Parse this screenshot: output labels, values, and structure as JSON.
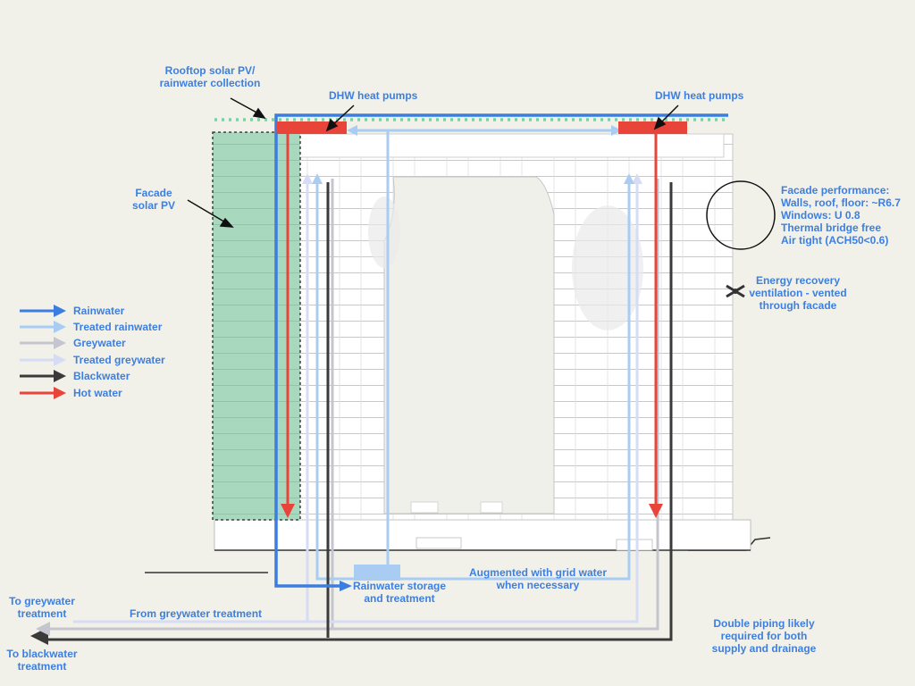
{
  "labels": {
    "rooftop_pv": "Rooftop solar PV/\nrainwater collection",
    "dhw_left": "DHW heat pumps",
    "dhw_right": "DHW heat pumps",
    "facade_pv": "Facade\nsolar PV",
    "facade_perf": "Facade performance:\nWalls, roof, floor: ~R6.7\nWindows: U 0.8\nThermal bridge free\nAir tight (ACH50<0.6)",
    "erv": "Energy recovery\nventilation - vented\nthrough facade",
    "storage": "Rainwater storage\nand treatment",
    "augmented": "Augmented with grid water\nwhen necessary",
    "to_greywater": "To greywater\ntreatment",
    "from_greywater": "From greywater treatment",
    "to_blackwater": "To blackwater\ntreatment",
    "double_piping": "Double piping likely\nrequired for both\nsupply and drainage"
  },
  "legend": [
    {
      "label": "Rainwater",
      "color": "#3b7de0"
    },
    {
      "label": "Treated rainwater",
      "color": "#a9cdf2"
    },
    {
      "label": "Greywater",
      "color": "#c5c5cf"
    },
    {
      "label": "Treated greywater",
      "color": "#d6dcf4"
    },
    {
      "label": "Blackwater",
      "color": "#3a3a3a"
    },
    {
      "label": "Hot water",
      "color": "#e8443a"
    }
  ],
  "colors": {
    "rainwater": "#3b7de0",
    "treated_rainwater": "#a9cdf2",
    "greywater": "#c5c5cf",
    "treated_greywater": "#d6dcf4",
    "blackwater": "#3a3a3a",
    "hot_water": "#e8443a",
    "label_blue": "#3d7fe0",
    "facade_pv_green": "#a8d8bd",
    "rooftop_dots": "#7fcfa5"
  }
}
